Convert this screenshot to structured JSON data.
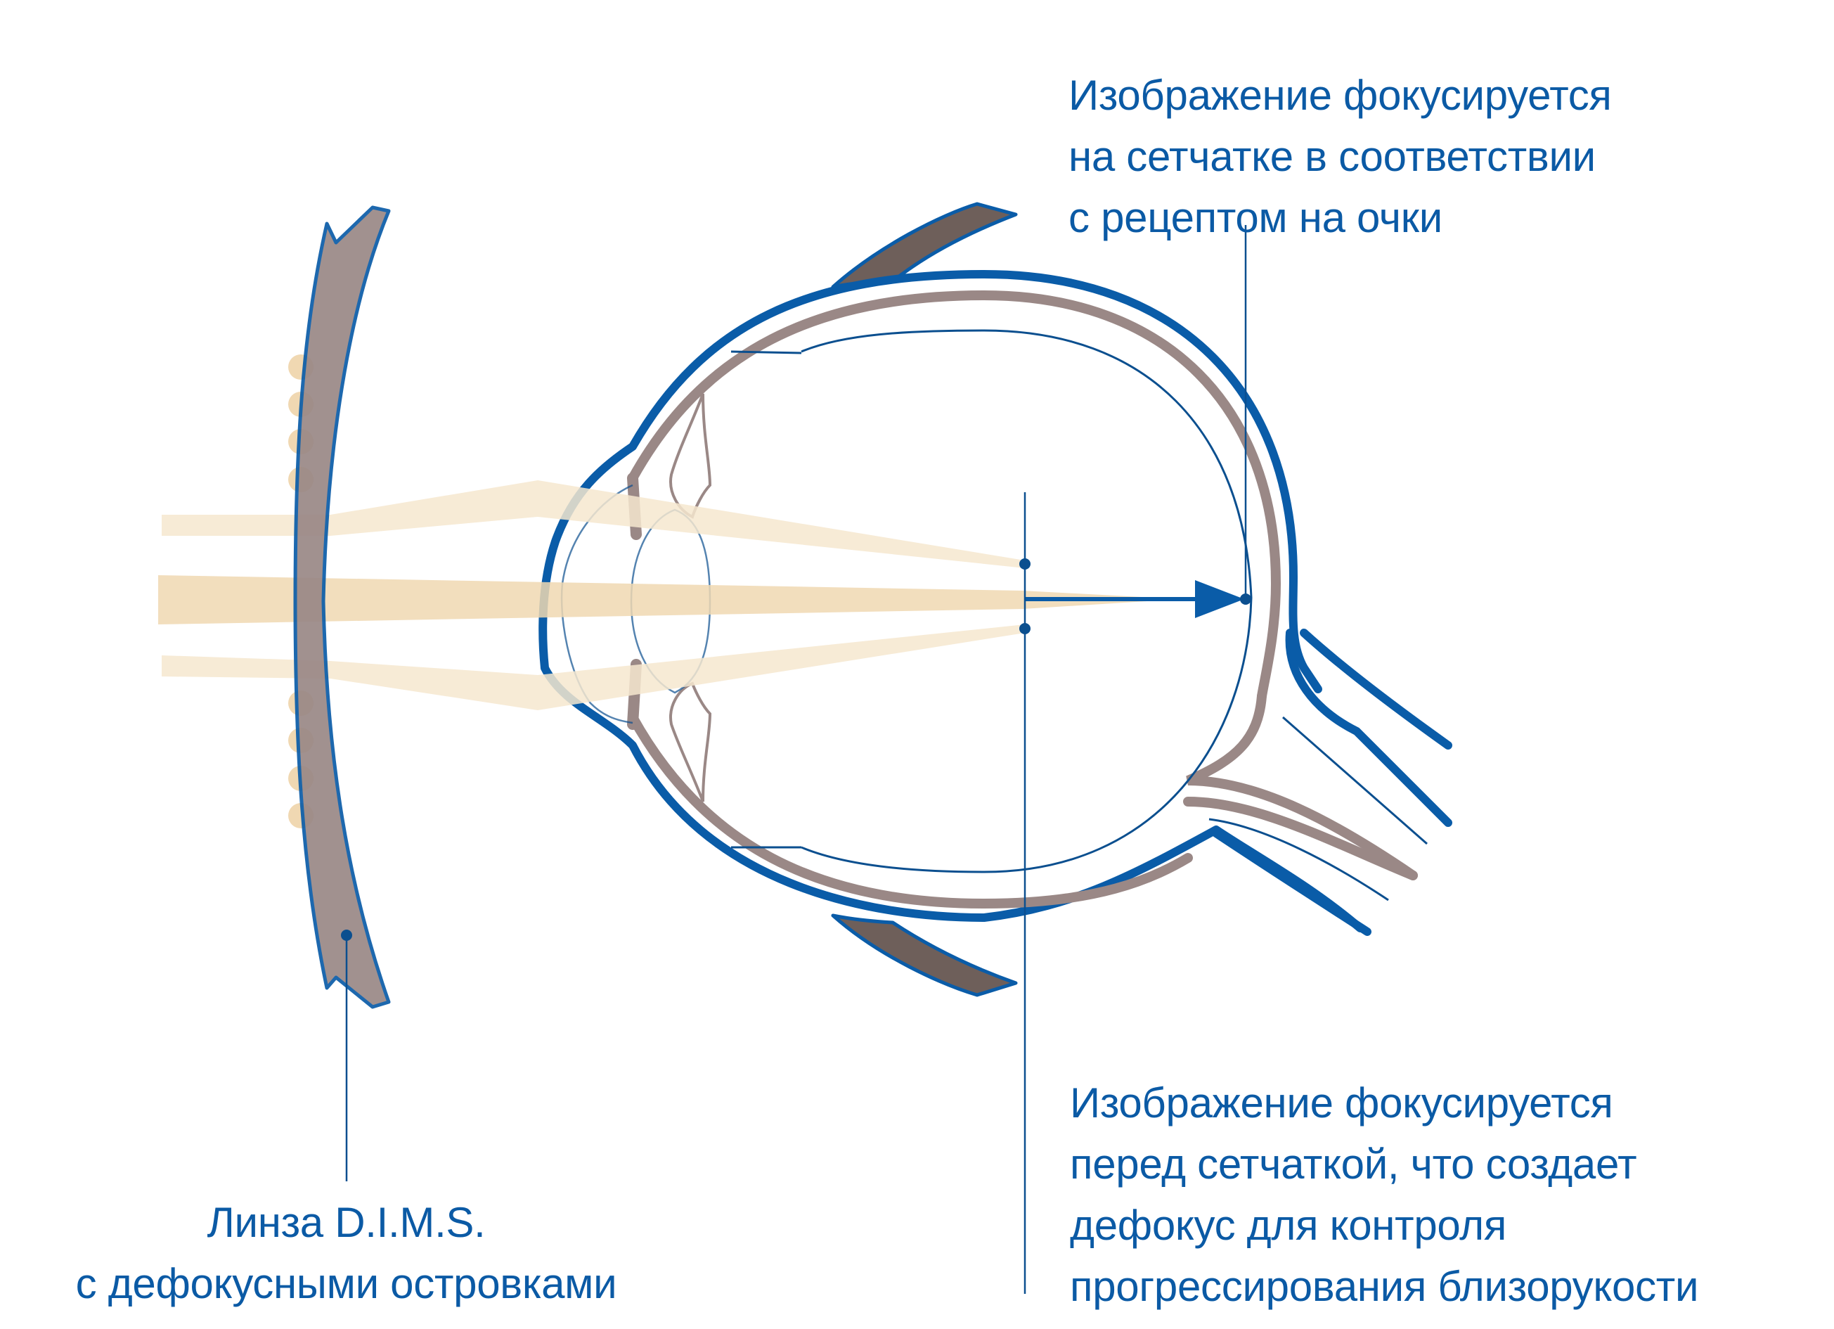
{
  "colors": {
    "blue": "#0a5ca8",
    "line_blue": "#0b4f8f",
    "tissue": "#9a8886",
    "lid_dark": "#6e5f5a",
    "beam": "#f0d8b2",
    "beam_light": "#f6e7cf",
    "label": "#0b5aa5"
  },
  "labels": {
    "retina_focus": {
      "lines": [
        "Изображение фокусируется",
        "на сетчатке в соответствии",
        "с рецептом на очки"
      ]
    },
    "dims_lens": {
      "lines": [
        "Линза D.I.M.S.",
        "с дефокусными островками"
      ]
    },
    "defocus": {
      "lines": [
        "Изображение фокусируется",
        "перед сетчаткой, что создает",
        "дефокус для контроля",
        "прогрессирования близорукости"
      ]
    }
  }
}
